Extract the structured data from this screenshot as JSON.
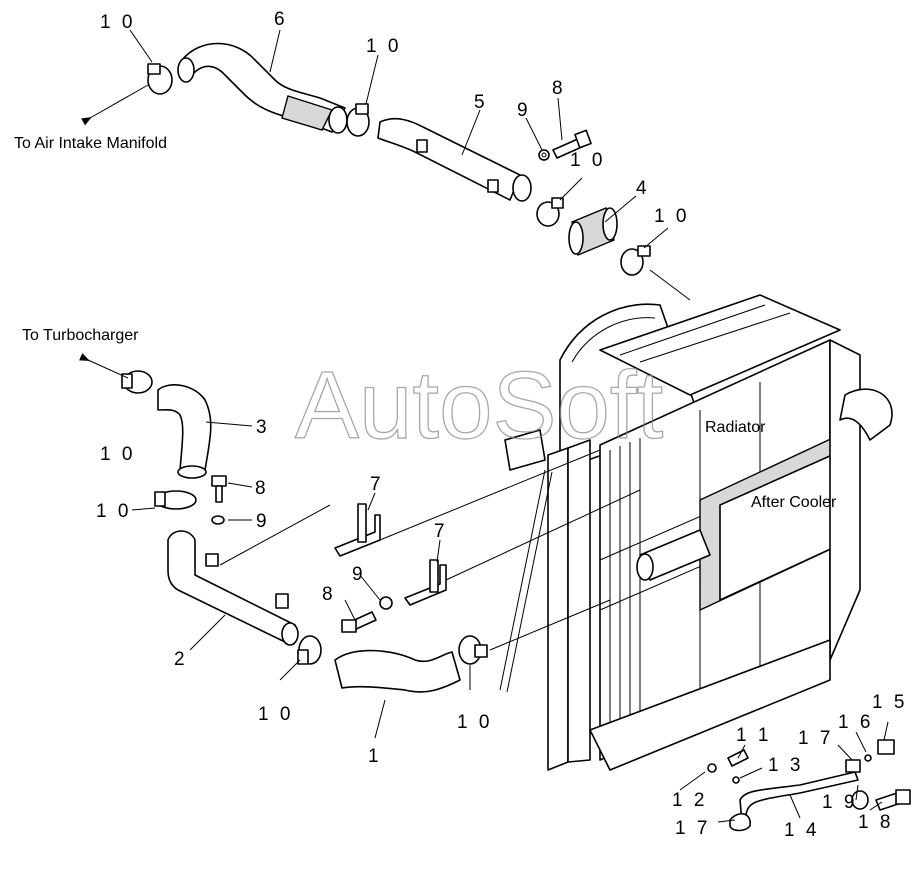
{
  "watermark": "AutoSoft",
  "labels": {
    "air_intake": "To Air Intake Manifold",
    "turbocharger": "To Turbocharger",
    "radiator": "Radiator",
    "after_cooler": "After Cooler"
  },
  "callouts": {
    "c1": "1",
    "c2": "2",
    "c3": "3",
    "c4": "4",
    "c5": "5",
    "c6": "6",
    "c7a": "7",
    "c7b": "7",
    "c8a": "8",
    "c8b": "8",
    "c8c": "8",
    "c9a": "9",
    "c9b": "9",
    "c9c": "9",
    "c10a": "1 0",
    "c10b": "1 0",
    "c10c": "1 0",
    "c10d": "1 0",
    "c10e": "1 0",
    "c10f": "1 0",
    "c10g": "1 0",
    "c10h": "1 0",
    "c11": "1 1",
    "c12": "1 2",
    "c13": "1 3",
    "c14": "1 4",
    "c15": "1 5",
    "c16": "1 6",
    "c17a": "1 7",
    "c17b": "1 7",
    "c18": "1 8",
    "c19": "1 9"
  }
}
